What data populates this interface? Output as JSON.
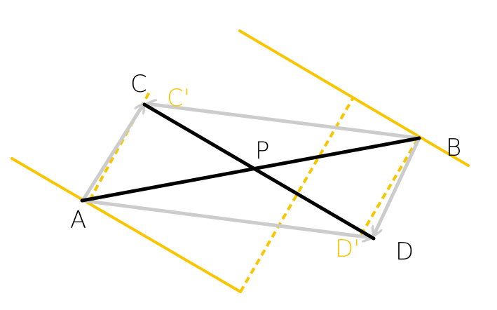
{
  "colors": {
    "yellow": "#f7c600",
    "grey": "#cccccc",
    "black": "#000000"
  },
  "labels": {
    "A": "A",
    "B": "B",
    "C": "C",
    "D": "D",
    "P": "P",
    "C_prime": "C'",
    "D_prime": "D'"
  }
}
